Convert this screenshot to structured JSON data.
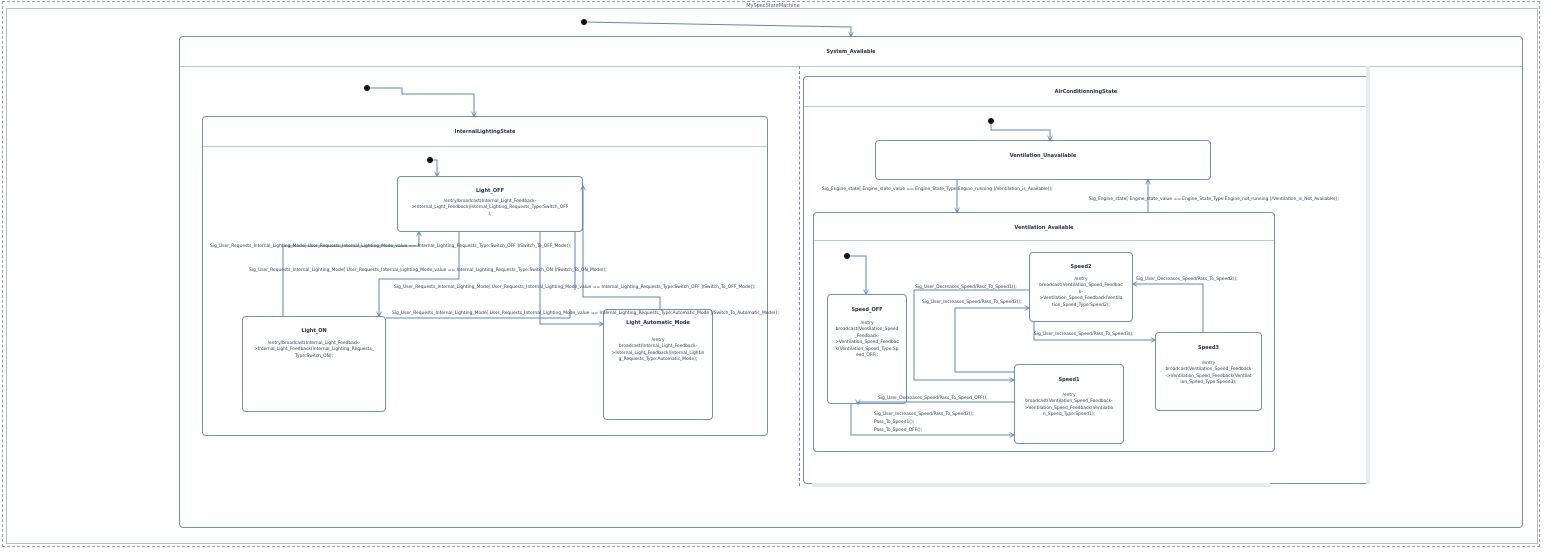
{
  "diagram": {
    "title": "MySpecStateMachine",
    "root_state": "System_Available",
    "regions": {
      "lighting": {
        "title": "InternalLightingState",
        "states": {
          "light_off": {
            "name": "Light_OFF",
            "body": "/entry/broadcast(Internal_Light_Feedback-\n>Internal_Light_Feedback(Internal_Lighting_Requests_Type:Switch_OFF\n);"
          },
          "light_on": {
            "name": "Light_ON",
            "body": "/entry/broadcast(Internal_Light_Feedback-\n>Internal_Light_Feedback(Internal_Lighting_Requests_\nType:Switch_ON);"
          },
          "light_auto": {
            "name": "Light_Automatic_Mode",
            "body": "/entry\nbroadcast(Internal_Light_Feedback-\n>Internal_Light_Feedback(Internal_Lightin\ng_Requests_Type:Automatic_Mode);"
          }
        },
        "transitions": [
          "Sig_User_Requests_Internal_Lighting_Mode[ User_Requests_Internal_Lighting_Mode_value == Internal_Lighting_Requests_Type:Switch_OFF ]/Switch_To_OFF_Mode();",
          "Sig_User_Requests_Internal_Lighting_Mode[ User_Requests_Internal_Lighting_Mode_value == Internal_Lighting_Requests_Type:Switch_ON ]/Switch_To_ON_Mode();",
          "Sig_User_Requests_Internal_Lighting_Mode[ User_Requests_Internal_Lighting_Mode_value == Internal_Lighting_Requests_Type:Switch_OFF ]/Switch_To_OFF_Mode();",
          "Sig_User_Requests_Internal_Lighting_Mode[ User_Requests_Internal_Lighting_Mode_value == Internal_Lighting_Requests_Type:Automatic_Mode ]/Switch_To_Automatic_Mode();"
        ]
      },
      "aircon": {
        "title": "AirConditionningState",
        "states": {
          "vent_unavailable": {
            "name": "Ventilation_Unavailable"
          },
          "vent_available": {
            "name": "Ventilation_Available"
          },
          "speed_off": {
            "name": "Speed_OFF",
            "body": "/entry\nbroadcast(Ventilation_Speed\n_Feedback-\n>Ventilation_Speed_Feedbac\nk(Ventilation_Speed_Type:Sp\need_OFF);"
          },
          "speed1": {
            "name": "Speed1",
            "body": "/entry\nbroadcast(Ventilation_Speed_Feedback-\n>Ventilation_Speed_Feedback(Ventilatio\nn_Speed_Type:Speed1);"
          },
          "speed2": {
            "name": "Speed2",
            "body": "/entry\nbroadcast(Ventilation_Speed_Feedbac\nk-\n>Ventilation_Speed_Feedback(Ventila\ntion_Speed_Type:Speed2);"
          },
          "speed3": {
            "name": "Speed3",
            "body": "/entry\nbroadcast(Ventilation_Speed_Feedback\n->Ventilation_Speed_Feedback(Ventilat\nion_Speed_Type:Speed3);"
          }
        },
        "transitions": {
          "to_available": "Sig_Engine_state[ Engine_state_value == Engine_State_Type:Engine_running ]/Ventilation_is_Available();",
          "to_unavailable": "Sig_Engine_state[ Engine_state_value == Engine_State_Type:Engine_not_running ]/Ventilation_is_Not_Available();",
          "speed2_to_speed1": "Sig_User_Decreases_Speed/Pass_To_Speed1();",
          "speed1_to_speed2": "Sig_User_Increases_Speed/Pass_To_Speed2();",
          "speed3_to_speed2": "Sig_User_Decreases_Speed/Pass_To_Speed2();",
          "speed2_to_speed3": "Sig_User_Increases_Speed/Pass_To_Speed3();",
          "speed1_to_off": "Sig_User_Decreases_Speed/Pass_To_Speed_OFF();",
          "off_to_speed1_a": "Sig_User_Increases_Speed/Pass_To_Speed2();",
          "off_to_speed1_b": "Pass_To_Speed1();",
          "off_to_speed1_c": "Pass_To_Speed_OFF();"
        }
      }
    }
  },
  "colors": {
    "border": "#6f93b8",
    "connector": "#5e88b5",
    "text": "#2a3a50"
  }
}
